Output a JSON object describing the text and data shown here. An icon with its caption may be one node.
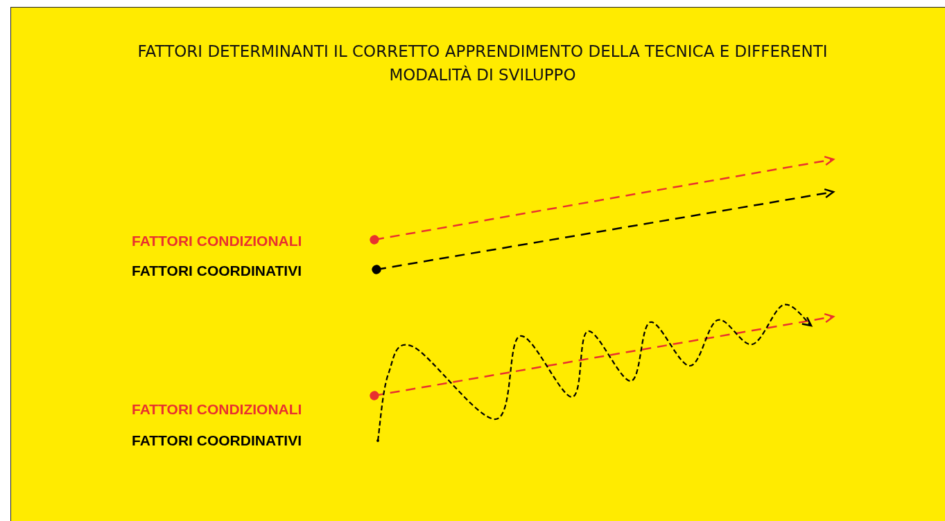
{
  "diagram": {
    "title": "FATTORI DETERMINANTI IL CORRETTO APPRENDIMENTO DELLA TECNICA E DIFFERENTI MODALITÀ DI SVILUPPO",
    "nodes": [
      {
        "text": [
          "FATTORI CONDIZIONALI"
        ]
      },
      {
        "text": [
          "FATTORI COORDINATIVI"
        ]
      },
      {
        "text": [
          "FATTORI CONDIZIONALI"
        ]
      },
      {
        "text": [
          "FATTORI COORDINATIVI"
        ]
      }
    ],
    "edges": [
      {
        "from": 0,
        "to": null,
        "arrow": "to",
        "style": "dashed",
        "color": "#e8312f"
      },
      {
        "from": 1,
        "to": null,
        "arrow": "to",
        "style": "dashed",
        "color": "#000000"
      },
      {
        "from": 2,
        "to": null,
        "arrow": "to",
        "style": "dashed",
        "color": "#e8312f"
      },
      {
        "from": 3,
        "to": null,
        "arrow": "to",
        "style": "dashed",
        "color": "#000000"
      }
    ]
  }
}
